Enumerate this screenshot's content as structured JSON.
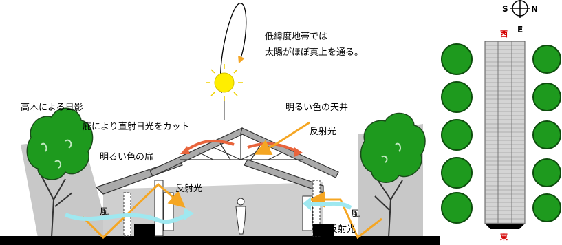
{
  "labels": {
    "sun_path": [
      "低緯度地帯では",
      "太陽がほぼ真上を通る。"
    ],
    "tall_trees": "高木による日影",
    "eaves_cut": "庇により直射日光をカット",
    "bright_ceiling": "明るい色の天井",
    "reflect_top": "反射光",
    "bright_door": "明るい色の扉",
    "reflect_left": "反射光",
    "wind_left": "風",
    "wind_right": "風",
    "reflect_bottom": "反射光"
  },
  "compass": {
    "south": "S",
    "north": "N",
    "east": "E"
  },
  "plan": {
    "west": "西",
    "east": "東"
  },
  "colors": {
    "tree": "#1e9a1e",
    "tree_shade": "#c8c8c8",
    "sun": "#ffee00",
    "wind": "#9fe8f0",
    "reflect": "#f5a623",
    "hot_air": "#e8643c",
    "red_label": "#d40000"
  }
}
